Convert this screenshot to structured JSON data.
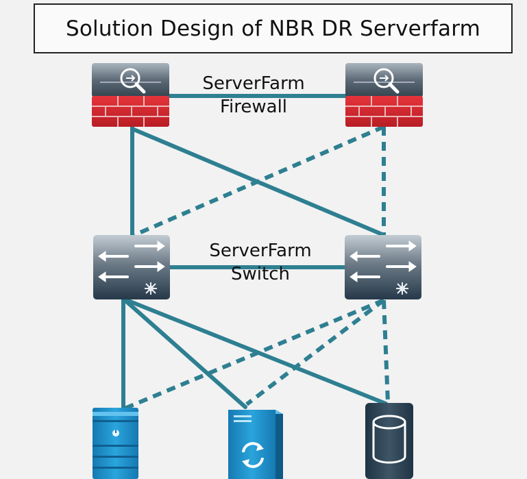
{
  "title": "Solution Design of NBR DR Serverfarm",
  "firewall_label": {
    "line1": "ServerFarm",
    "line2": "Firewall"
  },
  "switch_label": {
    "line1": "ServerFarm",
    "line2": "Switch"
  },
  "colors": {
    "link": "#2e7f91",
    "firewall_red": "#d0262e",
    "device_dark": "#2b3f4e",
    "server_blue": "#1e8fc9"
  },
  "icons": [
    "firewall-icon",
    "switch-icon",
    "server-icon",
    "app-server-icon",
    "database-icon"
  ]
}
